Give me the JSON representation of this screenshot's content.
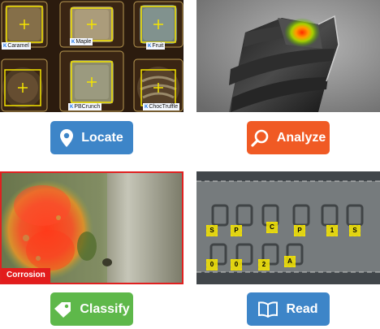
{
  "panels": {
    "locate": {
      "tags": [
        "Caramel",
        "Maple",
        "Fruit",
        "PBCrunch",
        "ChocTruffle"
      ]
    },
    "classify": {
      "label": "Corrosion"
    },
    "read": {
      "characters": [
        "S",
        "P",
        "C",
        "P",
        "1",
        "S",
        "0",
        "0",
        "2",
        "A"
      ]
    }
  },
  "buttons": {
    "locate": {
      "label": "Locate",
      "icon": "location-pin-icon"
    },
    "analyze": {
      "label": "Analyze",
      "icon": "magnifier-icon"
    },
    "classify": {
      "label": "Classify",
      "icon": "tag-icon"
    },
    "read": {
      "label": "Read",
      "icon": "open-book-icon"
    }
  },
  "colors": {
    "blue": "#3d85c8",
    "orange": "#f05a24",
    "green": "#5eb84a",
    "alert_red": "#e31c1c",
    "overlay_yellow": "#f5e400"
  }
}
